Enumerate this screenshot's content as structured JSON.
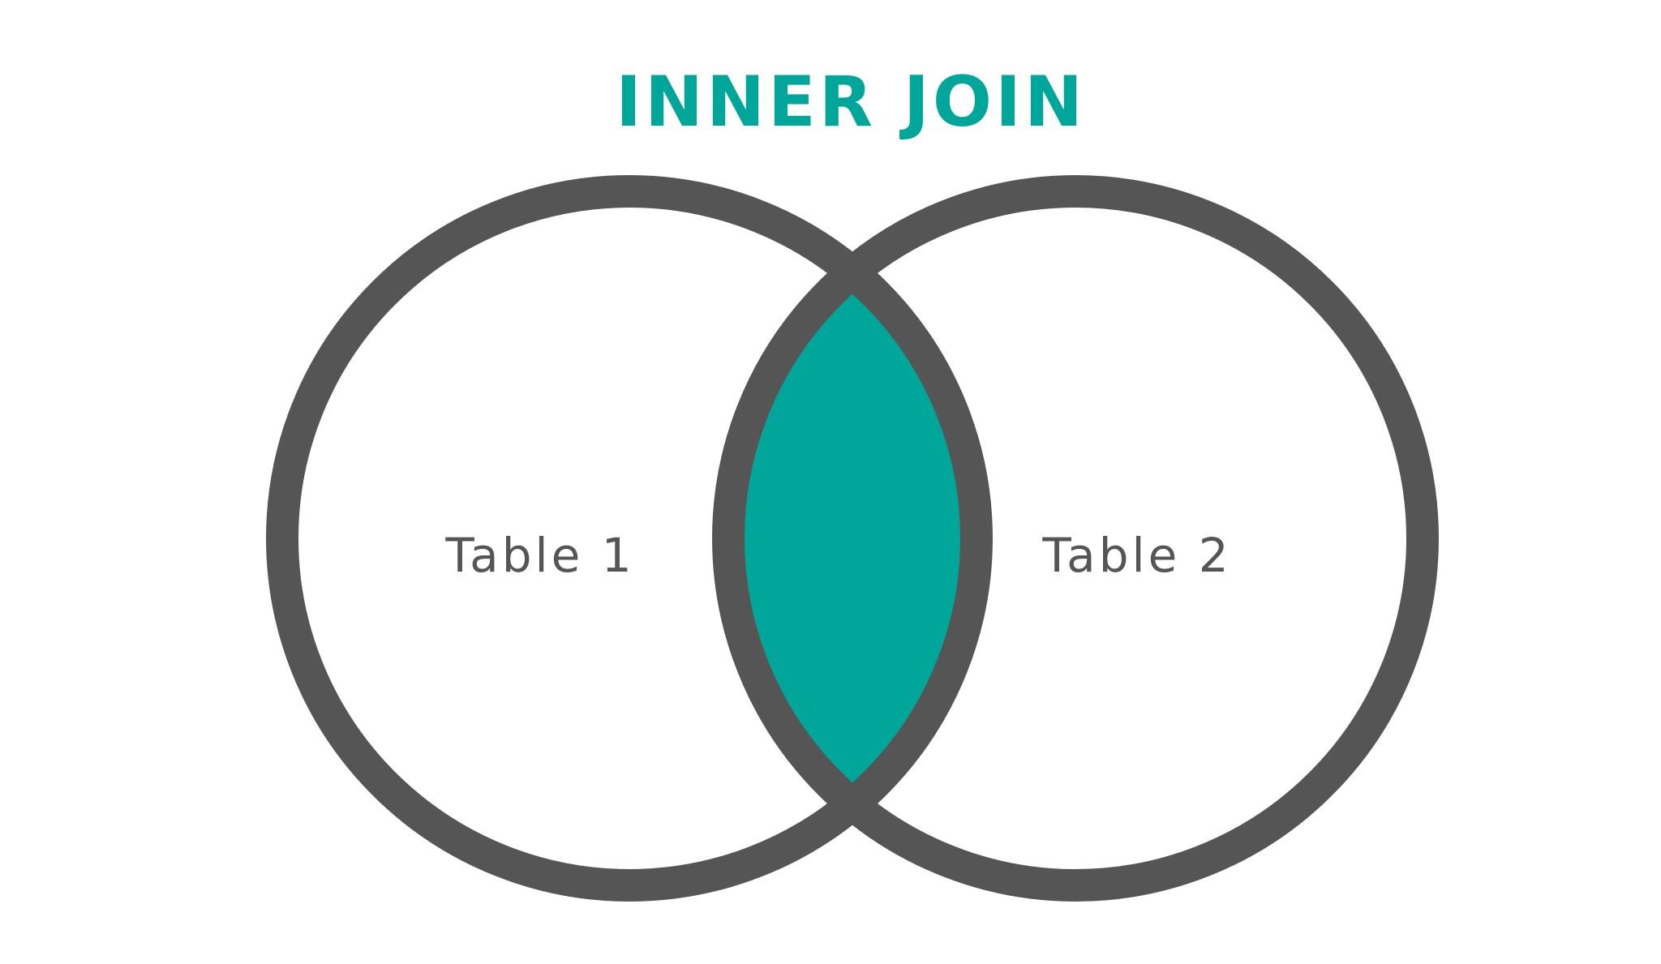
{
  "title": "INNER JOIN",
  "sets": [
    {
      "label": "Table 1"
    },
    {
      "label": "Table 2"
    }
  ],
  "highlight": "intersection",
  "colors": {
    "title": "#00a69a",
    "intersection_fill": "#00a69a",
    "circle_stroke": "#555555",
    "label": "#555555",
    "background": "#ffffff"
  }
}
